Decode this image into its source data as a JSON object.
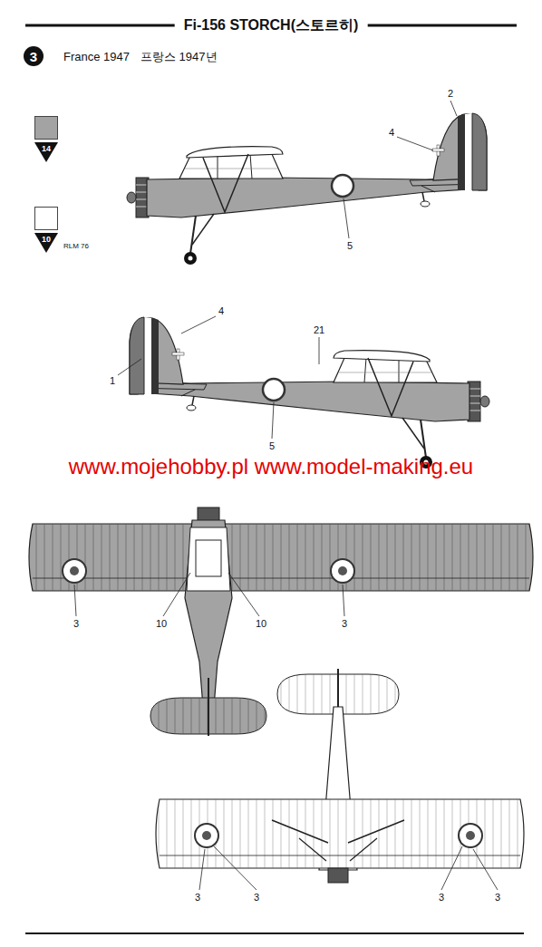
{
  "diagram": {
    "title": "Fi-156 STORCH(스토르히)",
    "labels": [
      "3",
      "France 1947",
      "프랑스 1947년",
      "RLM 76",
      "2",
      "4",
      "5",
      "4",
      "21",
      "1",
      "5",
      "www.mojehobby.pl www.model-making.eu",
      "3",
      "10",
      "10",
      "3",
      "3",
      "3",
      "3",
      "3"
    ],
    "legend": [
      {
        "text": "14",
        "color": "#a3a3a3"
      },
      {
        "text": "10",
        "color": "#ffffff"
      }
    ]
  }
}
